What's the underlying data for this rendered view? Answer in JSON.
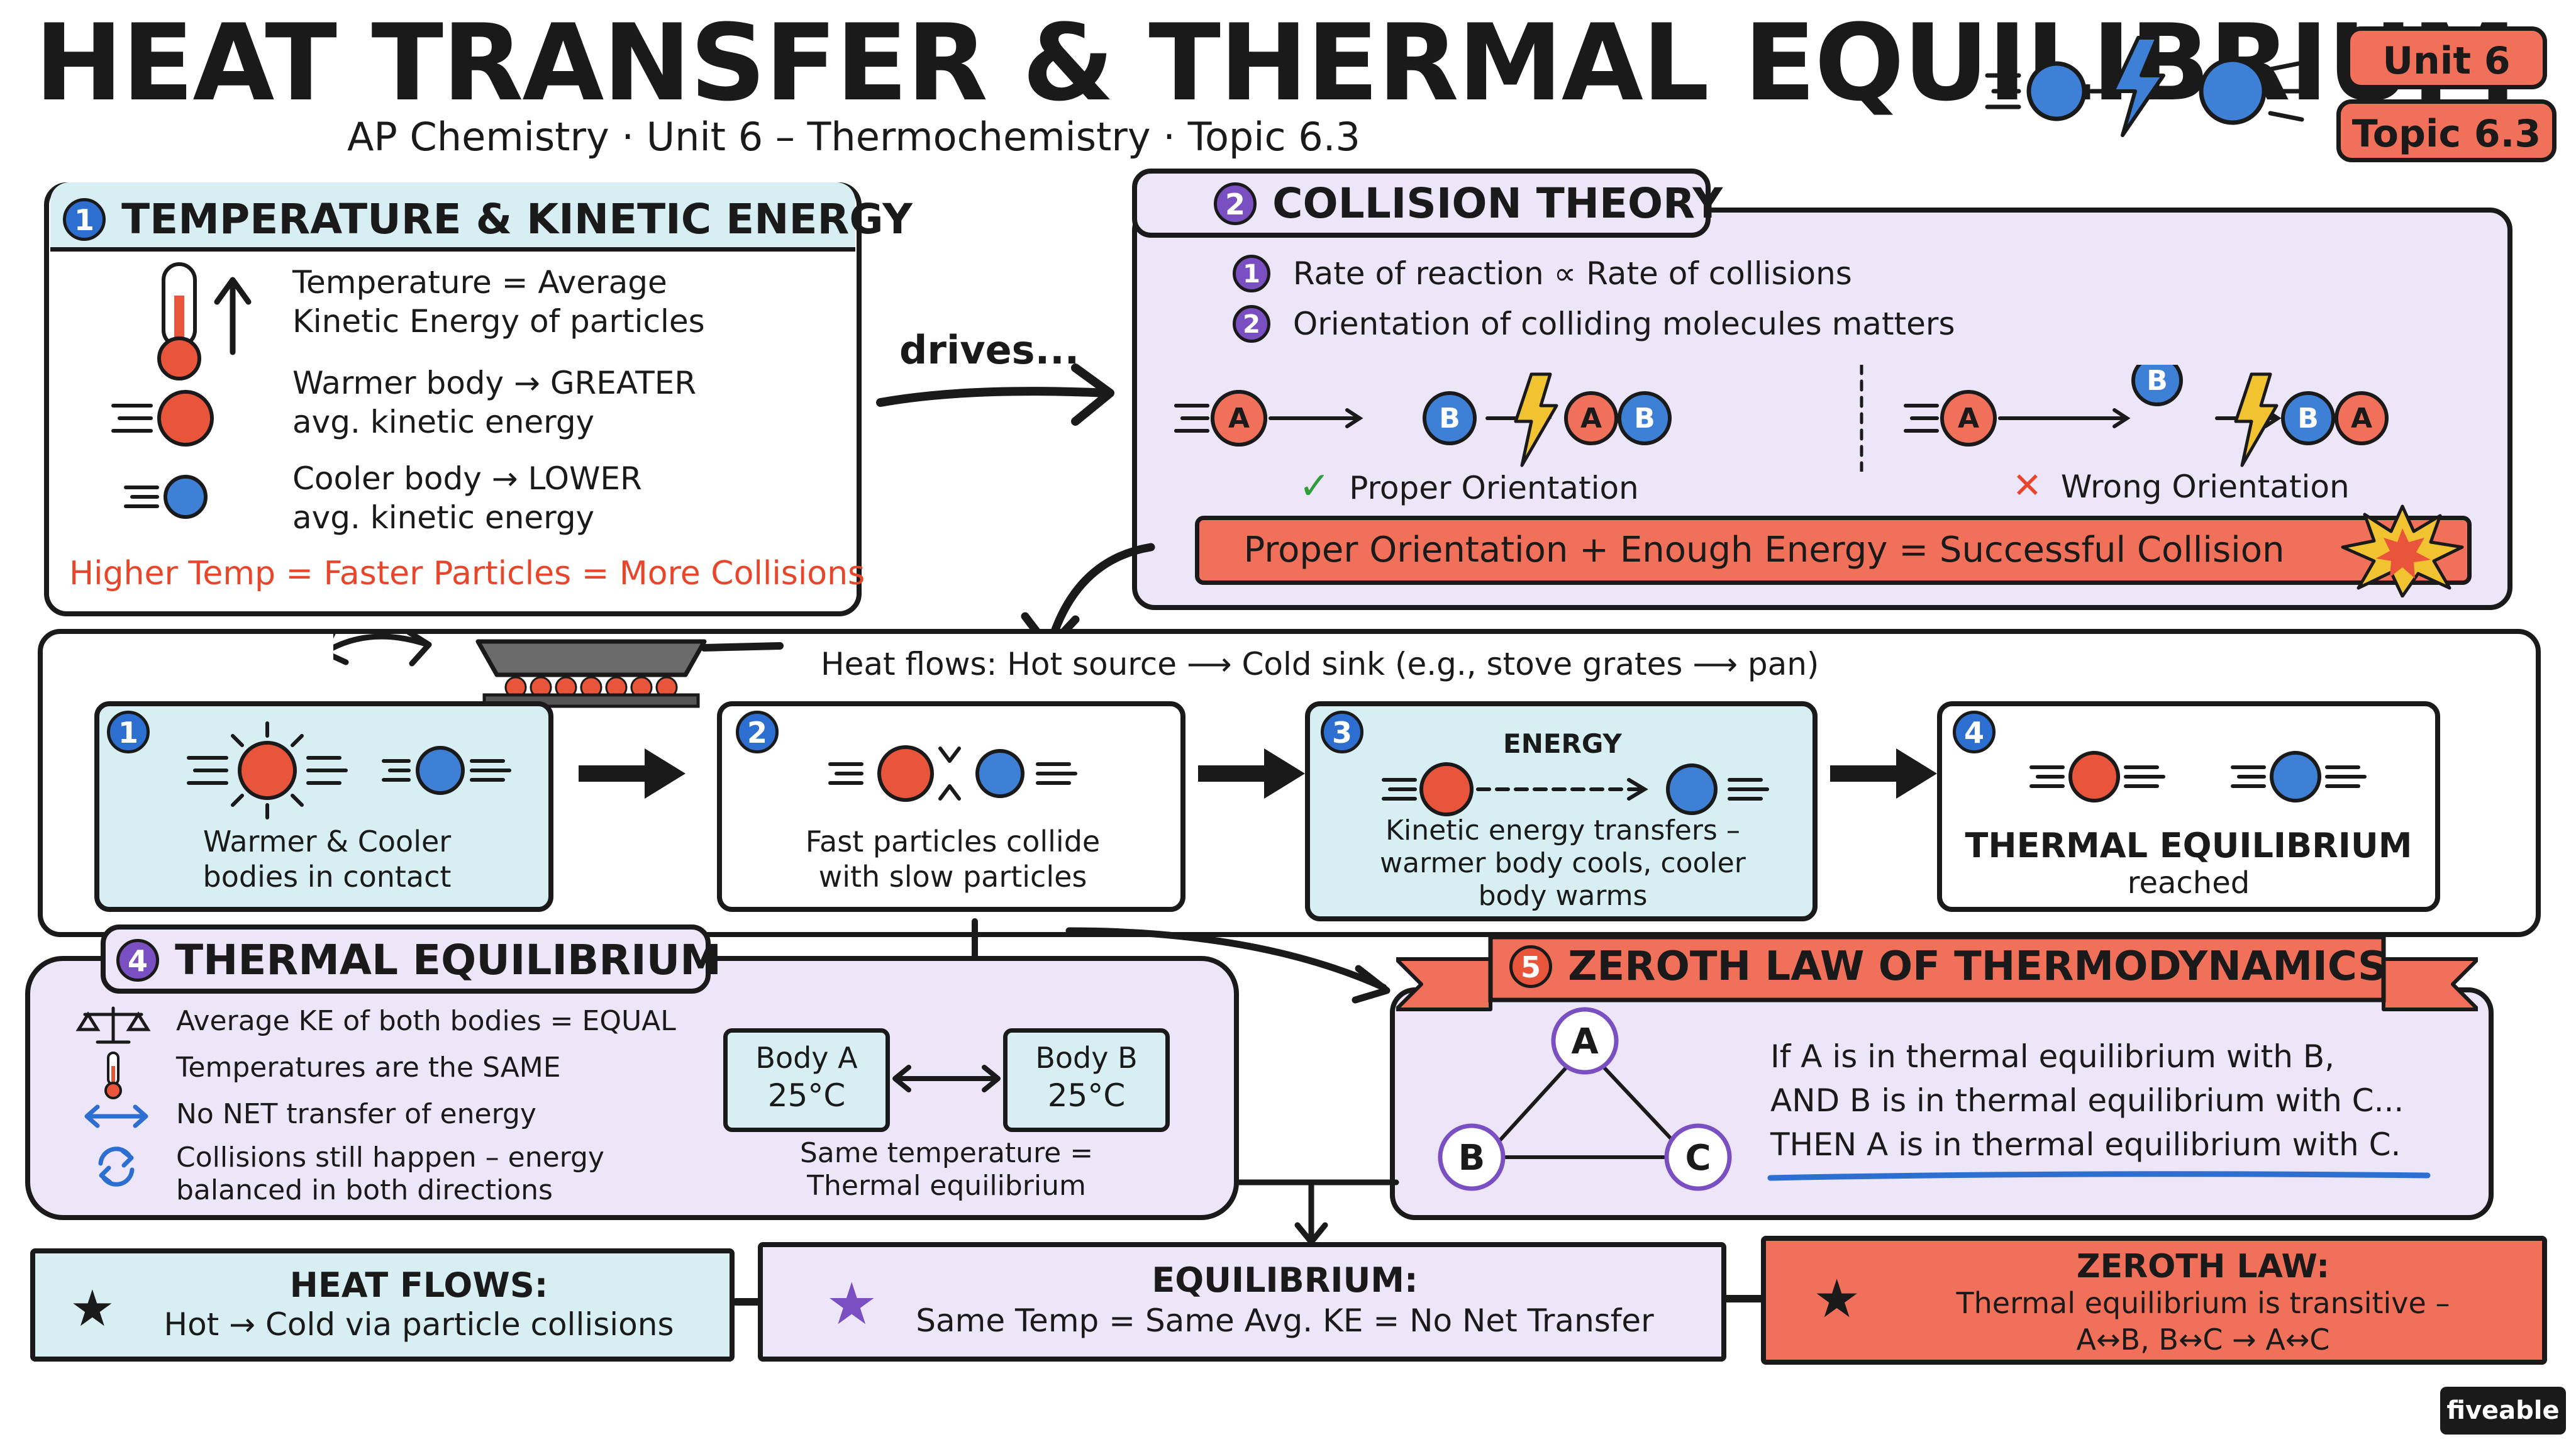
{
  "header": {
    "title": "HEAT TRANSFER & THERMAL EQUILIBRIUM",
    "subtitle": "AP Chemistry · Unit 6 – Thermochemistry · Topic 6.3",
    "badge_unit": "Unit 6",
    "badge_topic": "Topic 6.3"
  },
  "panel1": {
    "num": "1",
    "title": "TEMPERATURE & KINETIC ENERGY",
    "temp_line1": "Temperature = Average",
    "temp_line2": "Kinetic Energy of particles",
    "warm_line1": "Warmer body → GREATER",
    "warm_line2": "avg. kinetic energy",
    "cool_line1": "Cooler body → LOWER",
    "cool_line2": "avg. kinetic energy",
    "footer": "Higher Temp = Faster Particles = More Collisions"
  },
  "drives_label": "drives...",
  "panel2": {
    "num": "2",
    "title": "COLLISION THEORY",
    "point1_num": "1",
    "point1": "Rate of reaction ∝ Rate of collisions",
    "point2_num": "2",
    "point2": "Orientation of colliding molecules matters",
    "particle_a": "A",
    "particle_b": "B",
    "proper_mark": "✓",
    "proper_label": "Proper Orientation",
    "wrong_mark": "✕",
    "wrong_label": "Wrong Orientation",
    "banner": "Proper Orientation + Enough Energy = Successful Collision"
  },
  "flow": {
    "heading": "Heat flows: Hot source ⟶ Cold sink  (e.g., stove grates ⟶ pan)",
    "steps": [
      {
        "num": "1",
        "line1": "Warmer & Cooler",
        "line2": "bodies in contact",
        "line3": ""
      },
      {
        "num": "2",
        "line1": "Fast particles collide",
        "line2": "with slow particles",
        "line3": ""
      },
      {
        "num": "3",
        "line1": "Kinetic energy transfers –",
        "line2": "warmer body cools, cooler",
        "line3": "body warms"
      },
      {
        "num": "4",
        "line1": "THERMAL EQUILIBRIUM",
        "line2": "reached",
        "line3": ""
      }
    ],
    "energy_label": "ENERGY"
  },
  "panel4": {
    "num": "4",
    "title": "THERMAL EQUILIBRIUM",
    "items": [
      {
        "icon": "balance-scale-icon",
        "text1": "Average KE of both bodies = EQUAL",
        "text2": ""
      },
      {
        "icon": "thermometer-icon",
        "text1": "Temperatures are the SAME",
        "text2": ""
      },
      {
        "icon": "double-arrow-icon",
        "text1": "No NET transfer of energy",
        "text2": ""
      },
      {
        "icon": "cycle-icon",
        "text1": "Collisions still happen – energy",
        "text2": "balanced in both directions"
      }
    ],
    "body_a": "Body A",
    "body_a_temp": "25°C",
    "body_b": "Body B",
    "body_b_temp": "25°C",
    "caption1": "Same temperature =",
    "caption2": "Thermal equilibrium"
  },
  "panel5": {
    "num": "5",
    "title": "ZEROTH LAW OF THERMODYNAMICS",
    "node_a": "A",
    "node_b": "B",
    "node_c": "C",
    "line1": "If  A is in thermal equilibrium with B,",
    "line2": "AND B is in thermal equilibrium with C...",
    "line3": "THEN  A is in thermal equilibrium with C."
  },
  "summary": {
    "heat_title": "HEAT FLOWS:",
    "heat_text": "Hot → Cold via particle collisions",
    "eq_title": "EQUILIBRIUM:",
    "eq_text": "Same Temp = Same Avg. KE = No Net Transfer",
    "zeroth_title": "ZEROTH LAW:",
    "zeroth_text1": "Thermal equilibrium is transitive –",
    "zeroth_text2": "A↔B, B↔C → A↔C"
  },
  "brand": "fiveable",
  "colors": {
    "ink": "#1a1a1a",
    "hot": "#e8553a",
    "cold": "#3d80d6",
    "teal_fill": "#d7eff2",
    "lavender_fill": "#ece6f8",
    "salmon": "#f0705a",
    "orange_text": "#e8462a",
    "purple": "#7a4fc2",
    "blue": "#2d6fd1",
    "green_check": "#2f9e3a"
  }
}
